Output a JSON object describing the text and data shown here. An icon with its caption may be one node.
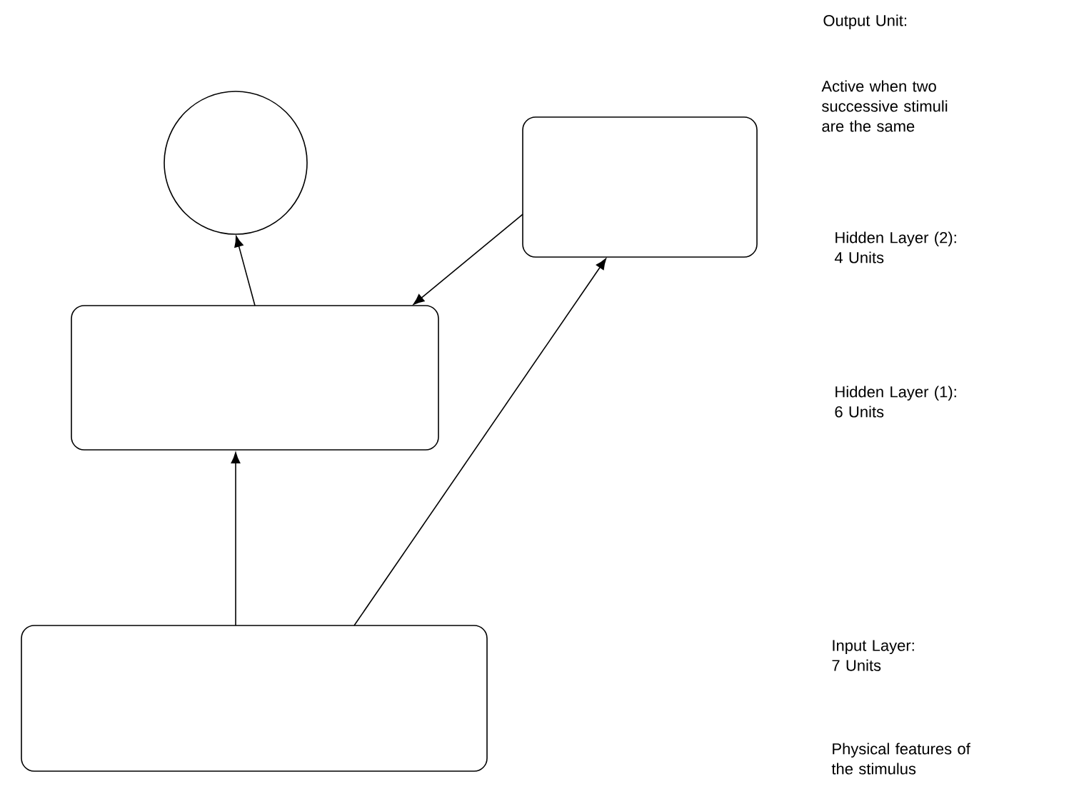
{
  "diagram": {
    "nodes": [
      {
        "text": [],
        "shape": "circle"
      },
      {
        "text": [],
        "shape": "box"
      },
      {
        "text": [],
        "shape": "box"
      },
      {
        "text": [],
        "shape": "box"
      }
    ],
    "edges": [
      {
        "from": 2,
        "to": 0,
        "arrow": "to"
      },
      {
        "from": 3,
        "to": 2,
        "arrow": "to"
      },
      {
        "from": 3,
        "to": 1,
        "arrow": "to"
      },
      {
        "from": 1,
        "to": 2,
        "arrow": "to"
      }
    ],
    "labels": [
      "Output Unit:",
      "Active when two successive stimuli are the same",
      "Hidden Layer (2): 4 Units",
      "Hidden Layer (1): 6 Units",
      "Input Layer: 7 Units",
      "Physical features of the stimulus"
    ]
  }
}
